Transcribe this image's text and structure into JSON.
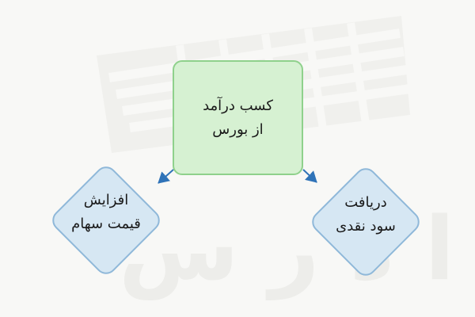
{
  "diagram": {
    "watermark": "فرادرس",
    "nodes": {
      "top": "کسب درآمد\nاز بورس",
      "left": "افزایش\nقیمت سهام",
      "right": "دریافت\nسود نقدی"
    },
    "colors": {
      "background": "#f8f8f6",
      "top_fill": "#d6f1d2",
      "top_border": "#8fd18c",
      "diamond_fill": "#d6e7f3",
      "diamond_border": "#8fb8d9",
      "arrow": "#2f73b8"
    }
  }
}
